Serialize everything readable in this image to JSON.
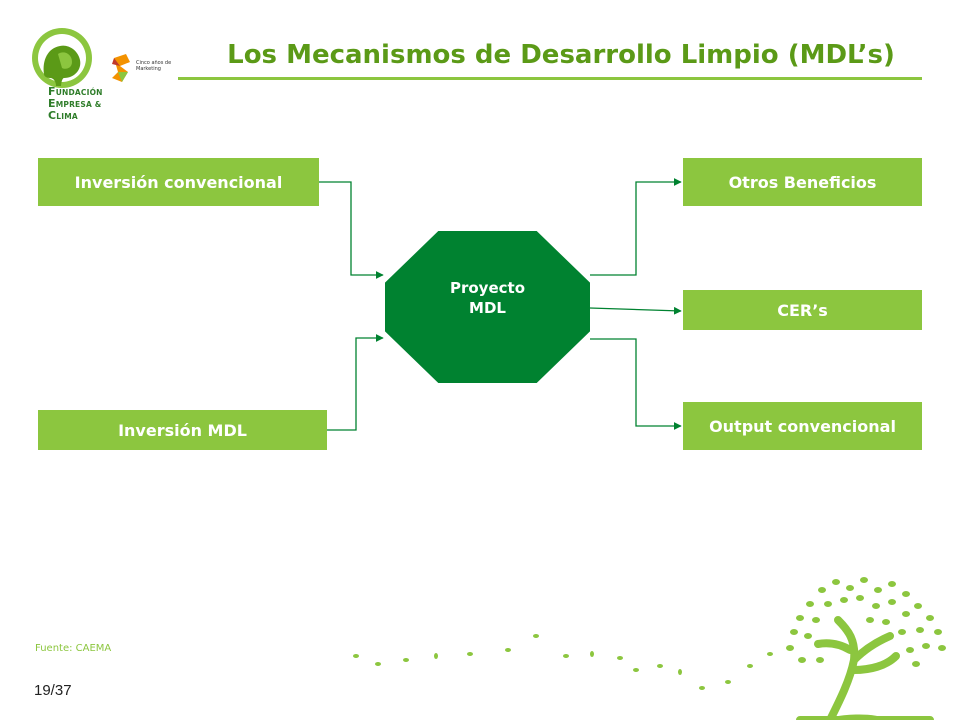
{
  "header": {
    "title": "Los Mecanismos de Desarrollo Limpio (MDL’s)"
  },
  "logo": {
    "line1_initial": "F",
    "line1_rest": "UNDACIÓN",
    "line2_initial": "E",
    "line2_rest": "MPRESA &",
    "line3_initial": "C",
    "line3_rest": "LIMA"
  },
  "badge": {
    "text": "Cinco años de Marketing"
  },
  "diagram": {
    "inputs": [
      {
        "label": "Inversión convencional"
      },
      {
        "label": "Inversión MDL"
      }
    ],
    "center": {
      "line1": "Proyecto",
      "line2": "MDL"
    },
    "outputs": [
      {
        "label": "Otros Beneficios"
      },
      {
        "label": "CER’s"
      },
      {
        "label": "Output convencional"
      }
    ]
  },
  "footer": {
    "source": "Fuente: CAEMA",
    "page": "19/37"
  },
  "colors": {
    "box": "#8cc63f",
    "center": "#008230",
    "title": "#5b9a17",
    "connector": "#008230"
  }
}
